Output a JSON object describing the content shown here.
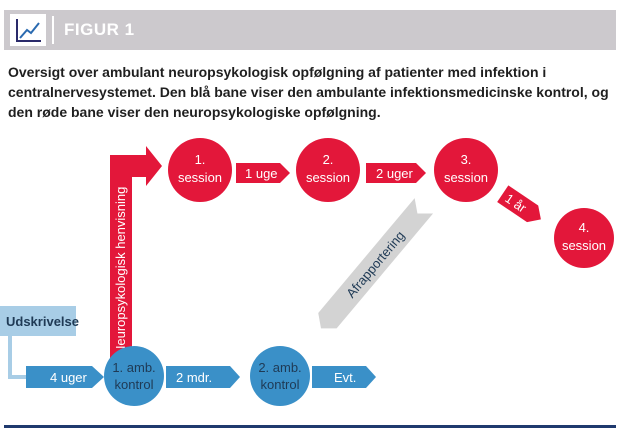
{
  "header": {
    "title": "FIGUR 1",
    "icon": "line-chart-icon"
  },
  "caption": "Oversigt over ambulant neuropsykologisk opfølgning af patienter med infektion i centralnervesystemet. Den blå bane viser den ambulante infektionsmedicinske kontrol, og den røde bane viser den neuropsykologiske opfølgning.",
  "red_track": {
    "referral_label": "Neuropsykologisk henvisning",
    "sessions": [
      {
        "line1": "1.",
        "line2": "session"
      },
      {
        "line1": "2.",
        "line2": "session"
      },
      {
        "line1": "3.",
        "line2": "session"
      },
      {
        "line1": "4.",
        "line2": "session"
      }
    ],
    "intervals": [
      "1 uge",
      "2 uger",
      "1 år"
    ]
  },
  "blue_track": {
    "start": "Udskrivelse",
    "nodes": [
      {
        "line1": "1. amb.",
        "line2": "kontrol"
      },
      {
        "line1": "2. amb.",
        "line2": "kontrol"
      }
    ],
    "intervals": [
      "4 uger",
      "2 mdr.",
      "Evt."
    ]
  },
  "report_label": "Afrapportering",
  "colors": {
    "red": "#e3173a",
    "blue": "#3a90c8",
    "light_blue": "#a8cde6",
    "gray_arrow": "#d3d3d3",
    "header_bg": "#ccc9cd",
    "footer": "#1f3a6e"
  }
}
